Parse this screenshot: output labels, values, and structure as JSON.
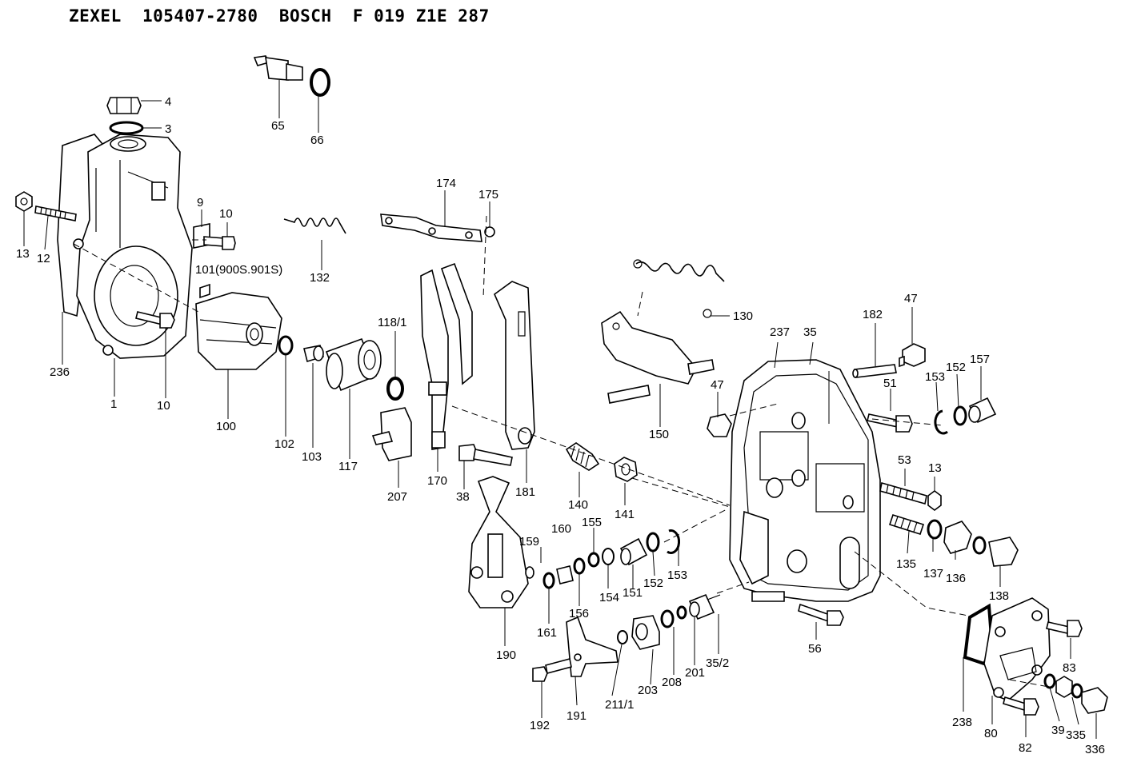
{
  "title": "ZEXEL  105407-2780  BOSCH  F 019 Z1E 287",
  "part_labels": {
    "p1": "1",
    "p3": "3",
    "p4": "4",
    "p9": "9",
    "p10a": "10",
    "p10b": "10",
    "p12": "12",
    "p13a": "13",
    "p13b": "13",
    "p35": "35",
    "p35_2": "35/2",
    "p38": "38",
    "p39": "39",
    "p47a": "47",
    "p47b": "47",
    "p51": "51",
    "p53": "53",
    "p56": "56",
    "p65": "65",
    "p66": "66",
    "p80": "80",
    "p82": "82",
    "p83": "83",
    "p100": "100",
    "p101": "101(900S.901S)",
    "p102": "102",
    "p103": "103",
    "p117": "117",
    "p118_1": "118/1",
    "p130": "130",
    "p132": "132",
    "p135": "135",
    "p136": "136",
    "p137": "137",
    "p138": "138",
    "p140": "140",
    "p141": "141",
    "p150": "150",
    "p151": "151",
    "p152a": "152",
    "p152b": "152",
    "p153a": "153",
    "p153b": "153",
    "p154": "154",
    "p155": "155",
    "p156": "156",
    "p157": "157",
    "p159": "159",
    "p160": "160",
    "p161": "161",
    "p170": "170",
    "p174": "174",
    "p175": "175",
    "p181": "181",
    "p182": "182",
    "p190": "190",
    "p191": "191",
    "p192": "192",
    "p201": "201",
    "p203": "203",
    "p207": "207",
    "p208": "208",
    "p211_1": "211/1",
    "p236": "236",
    "p237": "237",
    "p238": "238",
    "p335": "335",
    "p336": "336"
  }
}
